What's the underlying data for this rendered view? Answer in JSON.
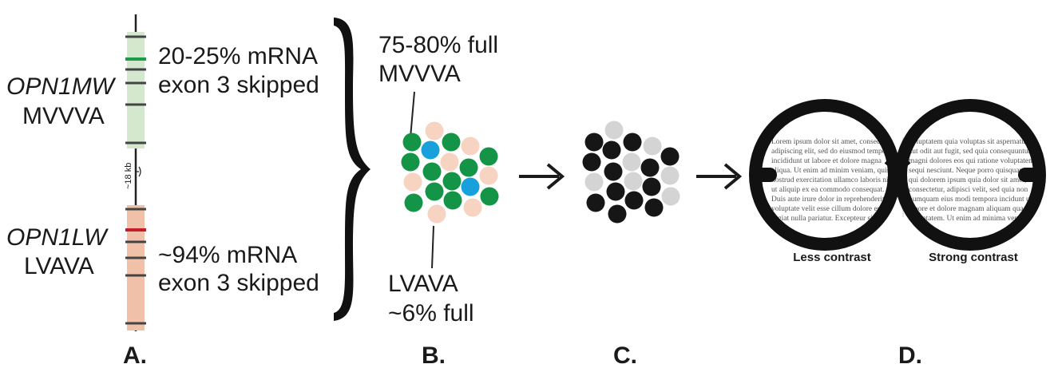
{
  "panelA": {
    "label": "A.",
    "gene1": {
      "name": "OPN1MW",
      "variant": "MVVVA",
      "note_line1": "20-25% mRNA",
      "note_line2": "exon 3 skipped"
    },
    "gene2": {
      "name": "OPN1LW",
      "variant": "LVAVA",
      "note_line1": "~94% mRNA",
      "note_line2": "exon 3 skipped"
    },
    "spacer_label": "~18 kb",
    "colors": {
      "mw_box": "#d3e8cd",
      "lw_box": "#f0c1a8",
      "mw_mark": "#1f9a48",
      "lw_mark": "#c21f2a"
    }
  },
  "panelB": {
    "label": "B.",
    "top_line1": "75-80% full",
    "top_line2": "MVVVA",
    "bottom_line1": "LVAVA",
    "bottom_line2": "~6% full",
    "colors": {
      "green": "#139447",
      "blue": "#18a0dc",
      "pink": "#f7d3c1"
    }
  },
  "panelC": {
    "label": "C.",
    "colors": {
      "dark": "#161616",
      "light": "#d4d4d4"
    }
  },
  "panelD": {
    "label": "D.",
    "left_caption": "Less contrast",
    "right_caption": "Strong contrast",
    "left_text": [
      "Lorem ipsum dolor sit amet, consectetur",
      "adipiscing elit, sed do eiusmod tempor",
      "incididunt ut labore et dolore magna",
      "aliqua. Ut enim ad minim veniam, quis",
      "nostrud exercitation ullamco laboris nisi",
      "ut aliquip ex ea commodo consequat.",
      "Duis aute irure dolor in reprehenderit in",
      "voluptate velit esse cillum dolore eu",
      "fugiat nulla pariatur. Excepteur sint amt"
    ],
    "right_text": [
      "voluptatem quia voluptas sit aspernatur",
      "aut odit aut fugit, sed quia consequuntur",
      "magni dolores eos qui ratione voluptatem",
      "sequi nesciunt. Neque porro quisquam est,",
      "qui dolorem ipsum quia dolor sit amet,",
      "consectetur, adipisci velit, sed quia non",
      "numquam eius modi tempora incidunt ut",
      "labore et dolore magnam aliquam quaerat",
      "voluptatem. Ut enim ad minima veniam,"
    ]
  }
}
